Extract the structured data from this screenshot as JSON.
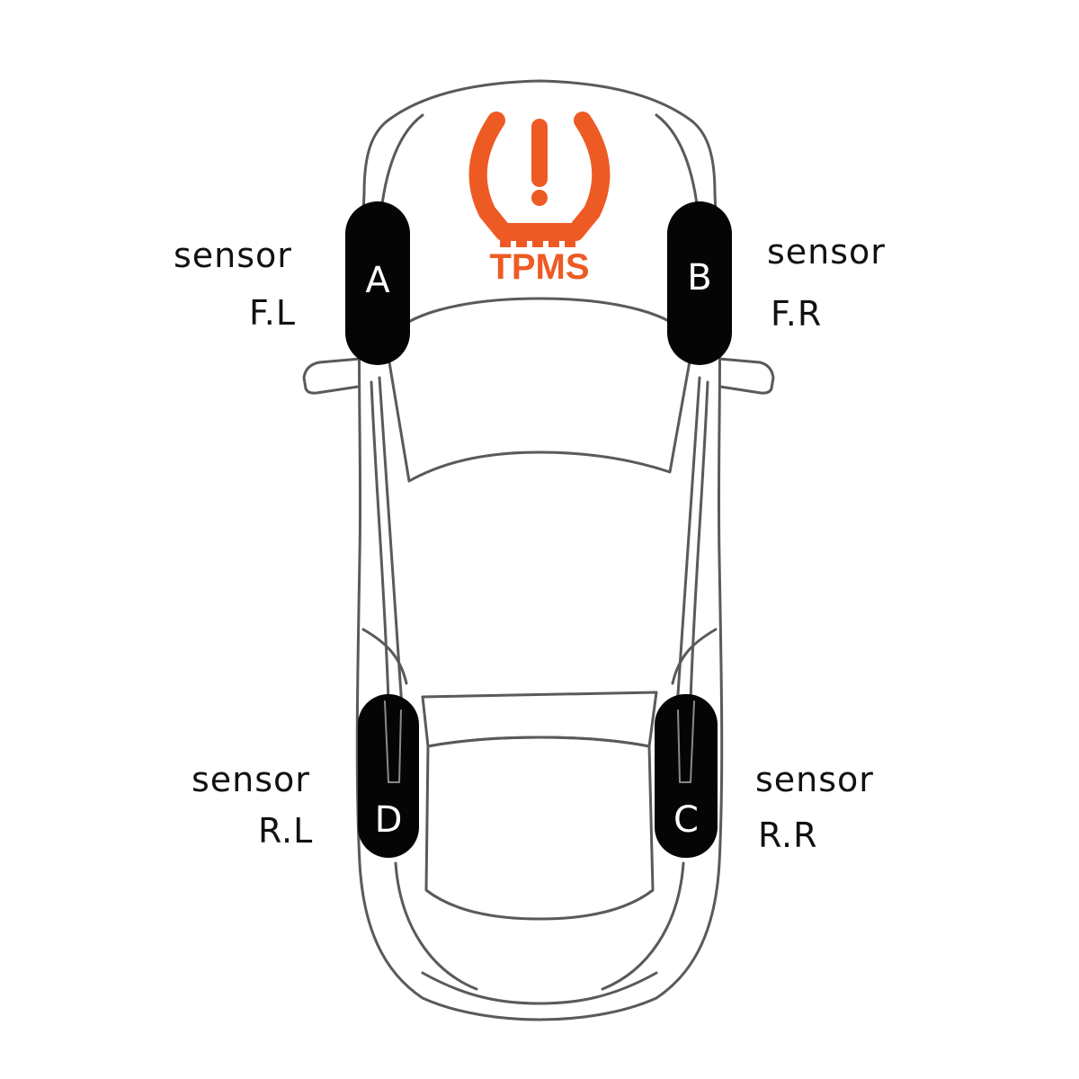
{
  "colors": {
    "accent": "#ee5a24",
    "outline": "#5a5a5a",
    "tire": "#050505",
    "text": "#111111"
  },
  "icon": {
    "name": "tpms-warning-icon",
    "label": "TPMS"
  },
  "sensors": {
    "front_left": {
      "letter": "A",
      "word": "sensor",
      "position": "F.L"
    },
    "front_right": {
      "letter": "B",
      "word": "sensor",
      "position": "F.R"
    },
    "rear_right": {
      "letter": "C",
      "word": "sensor",
      "position": "R.R"
    },
    "rear_left": {
      "letter": "D",
      "word": "sensor",
      "position": "R.L"
    }
  }
}
